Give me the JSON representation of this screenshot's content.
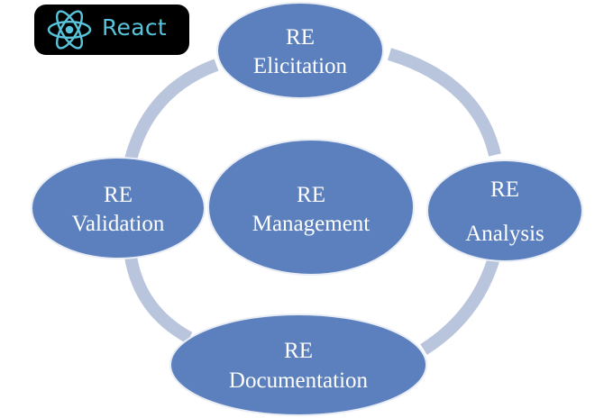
{
  "logo": {
    "text": "React",
    "icon": "react-atom-icon",
    "background": "#000000",
    "accent": "#58c4dc"
  },
  "colors": {
    "node_fill": "#5b80bd",
    "node_stroke": "#e9edf5",
    "connector": "#b9c5dc",
    "text": "#ffffff"
  },
  "center": {
    "line1": "RE",
    "line2": "Management"
  },
  "nodes": [
    {
      "id": "elicitation",
      "line1": "RE",
      "line2": "Elicitation"
    },
    {
      "id": "analysis",
      "line1": "RE",
      "line2": "Analysis"
    },
    {
      "id": "documentation",
      "line1": "RE",
      "line2": "Documentation"
    },
    {
      "id": "validation",
      "line1": "RE",
      "line2": "Validation"
    }
  ]
}
